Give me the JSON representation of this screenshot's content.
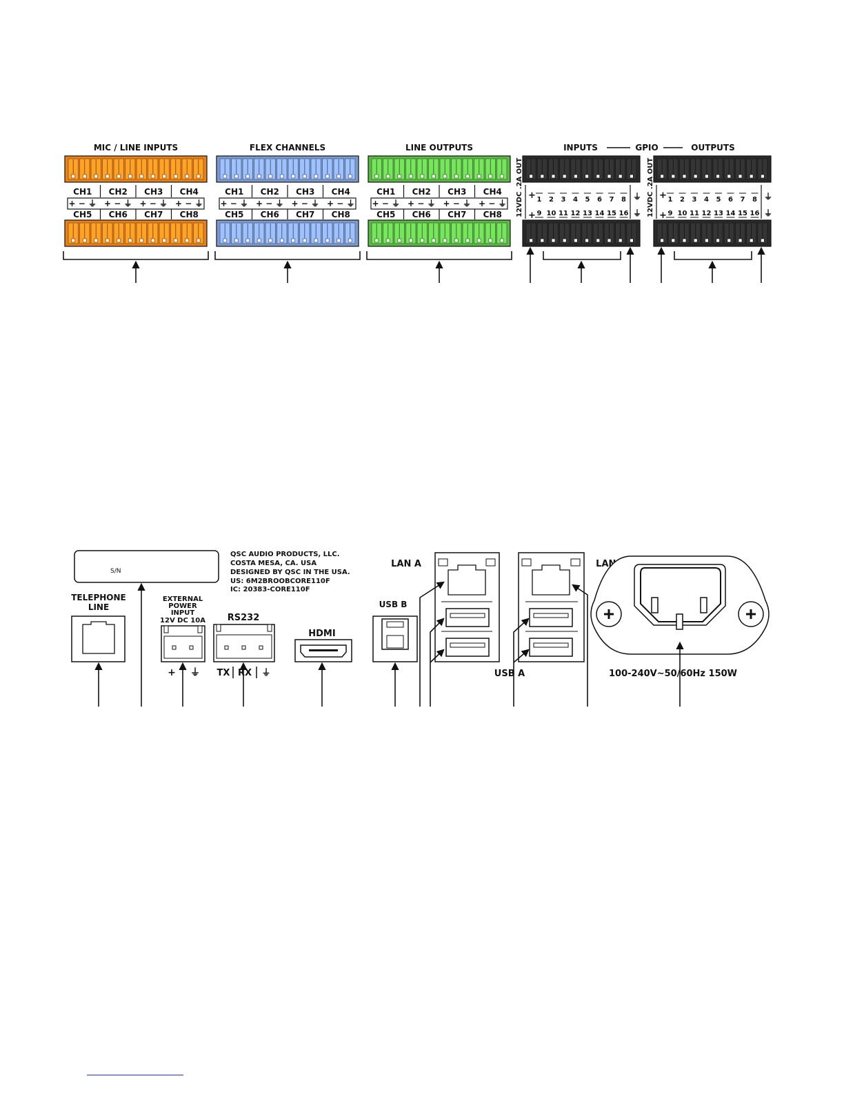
{
  "colors": {
    "mic_line": "#e8821e",
    "flex": "#7e9bd0",
    "line_out": "#5fb84a",
    "gpio": "#2a2a2a",
    "ink": "#111111"
  },
  "top_panel": {
    "groups": [
      {
        "title": "MIC / LINE INPUTS"
      },
      {
        "title": "FLEX CHANNELS"
      },
      {
        "title": "LINE OUTPUTS"
      }
    ],
    "channels_top": [
      "CH1",
      "CH2",
      "CH3",
      "CH4"
    ],
    "channels_bottom": [
      "CH5",
      "CH6",
      "CH7",
      "CH8"
    ],
    "pin_label": "+ − ⏚",
    "gpio": {
      "inputs_label": "INPUTS",
      "gpio_label": "GPIO",
      "outputs_label": "OUTPUTS",
      "vdc_label": "12VDC .2A OUT",
      "plus": "+",
      "top_numbers": [
        "1",
        "2",
        "3",
        "4",
        "5",
        "6",
        "7",
        "8"
      ],
      "bottom_numbers": [
        "9",
        "10",
        "11",
        "12",
        "13",
        "14",
        "15",
        "16"
      ],
      "ground": "⏚"
    }
  },
  "bottom_panel": {
    "serial_label": "S/N",
    "company": [
      "QSC AUDIO PRODUCTS, LLC.",
      "COSTA MESA, CA. USA",
      "DESIGNED BY QSC IN THE USA.",
      "US: 6M2BROOBCORE110F",
      "IC: 20383-CORE110F"
    ],
    "telephone": [
      "TELEPHONE",
      "LINE"
    ],
    "ext_power": [
      "EXTERNAL",
      "POWER",
      "INPUT",
      "12V DC 10A"
    ],
    "ext_power_pins": [
      "+",
      "⏚"
    ],
    "rs232": "RS232",
    "rs232_pins": [
      "TX",
      "RX",
      "⏚"
    ],
    "hdmi": "HDMI",
    "usb_b": "USB B",
    "lan_a": "LAN A",
    "lan_b": "LAN B",
    "usb_a": "USB A",
    "power_rating": "100-240V~50/60Hz 150W"
  }
}
